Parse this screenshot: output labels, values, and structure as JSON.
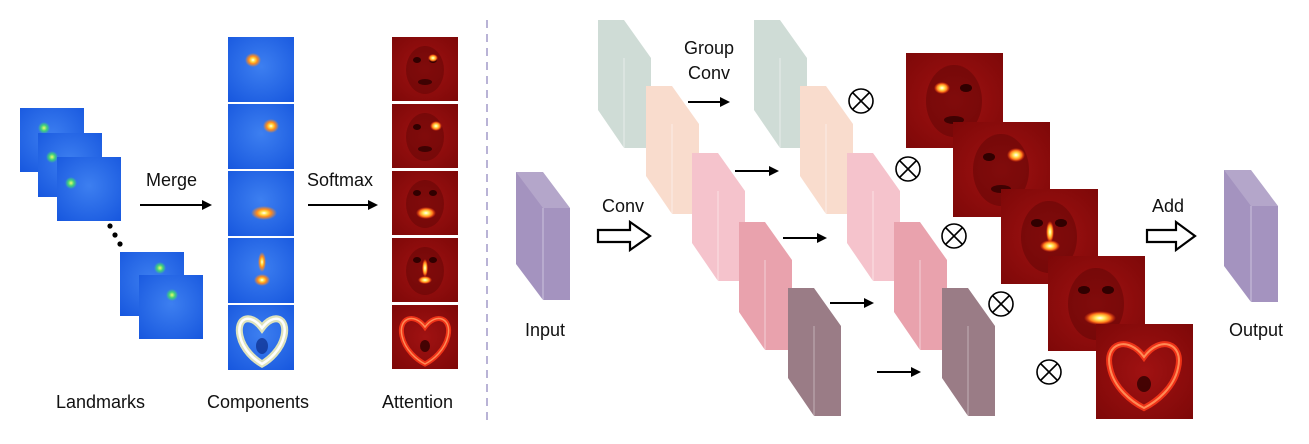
{
  "left_panel": {
    "labels": {
      "landmarks": "Landmarks",
      "components": "Components",
      "attention": "Attention",
      "merge": "Merge",
      "softmax": "Softmax"
    },
    "colors": {
      "heatmap_blue": "#1e62e6",
      "attention_red": "#8e0b0b"
    }
  },
  "right_panel": {
    "labels": {
      "input": "Input",
      "conv": "Conv",
      "group_conv_line1": "Group",
      "group_conv_line2": "Conv",
      "add": "Add",
      "output": "Output"
    },
    "operator_symbol": "⊗",
    "colors": {
      "input_block": "#a493bf",
      "output_block": "#a493bf",
      "block_row1": "#cfdcd6",
      "block_row2": "#f9dccd",
      "block_row3": "#f5c3cc",
      "block_row4": "#e9a2ad",
      "block_row5": "#9a7c86",
      "attention_red": "#8e0b0b"
    }
  }
}
